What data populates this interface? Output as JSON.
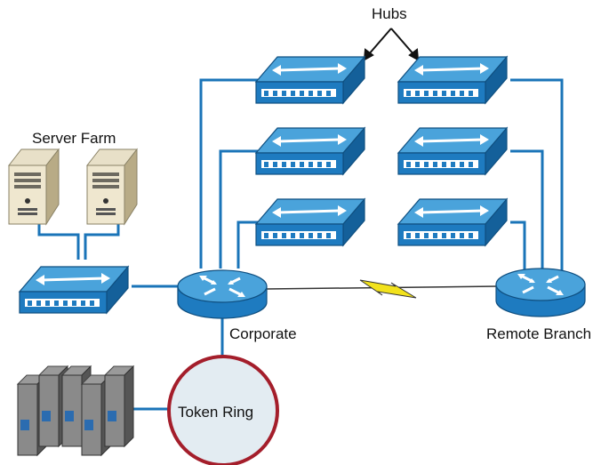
{
  "labels": {
    "hubs": "Hubs",
    "server_farm": "Server Farm",
    "corporate": "Corporate",
    "remote_branch": "Remote Branch",
    "token_ring": "Token Ring"
  },
  "colors": {
    "link": "#1a74b8",
    "device_top": "#4aa3db",
    "device_side": "#1e7bc0",
    "token_ring_border": "#a41e2b",
    "token_ring_fill": "#e3ecf2",
    "wan_bolt": "#f2e21c"
  },
  "icons": [
    "switch-icon",
    "hub-icon",
    "router-icon",
    "server-icon",
    "mainframe-icon",
    "wan-lightning-icon",
    "arrow-icon"
  ]
}
